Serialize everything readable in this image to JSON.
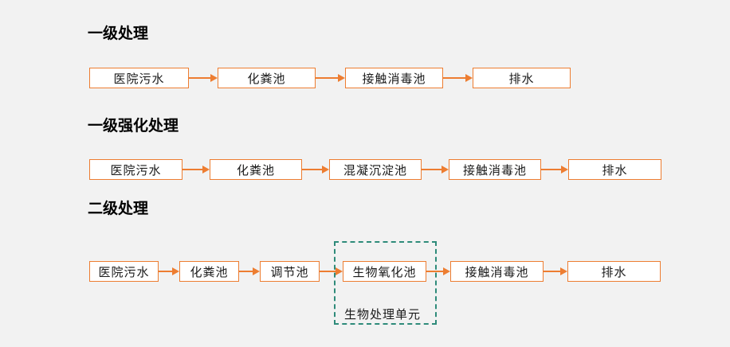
{
  "sections": [
    {
      "title": "一级处理",
      "steps": [
        "医院污水",
        "化粪池",
        "接触消毒池",
        "排水"
      ]
    },
    {
      "title": "一级强化处理",
      "steps": [
        "医院污水",
        "化粪池",
        "混凝沉淀池",
        "接触消毒池",
        "排水"
      ]
    },
    {
      "title": "二级处理",
      "steps": [
        "医院污水",
        "化粪池",
        "调节池",
        "生物氧化池",
        "接触消毒池",
        "排水"
      ],
      "group_label": "生物处理单元"
    }
  ],
  "colors": {
    "box_border": "#ed7d31",
    "arrow": "#ed7d31",
    "group_border": "#2e8b7a",
    "background": "#f2f2f2"
  }
}
